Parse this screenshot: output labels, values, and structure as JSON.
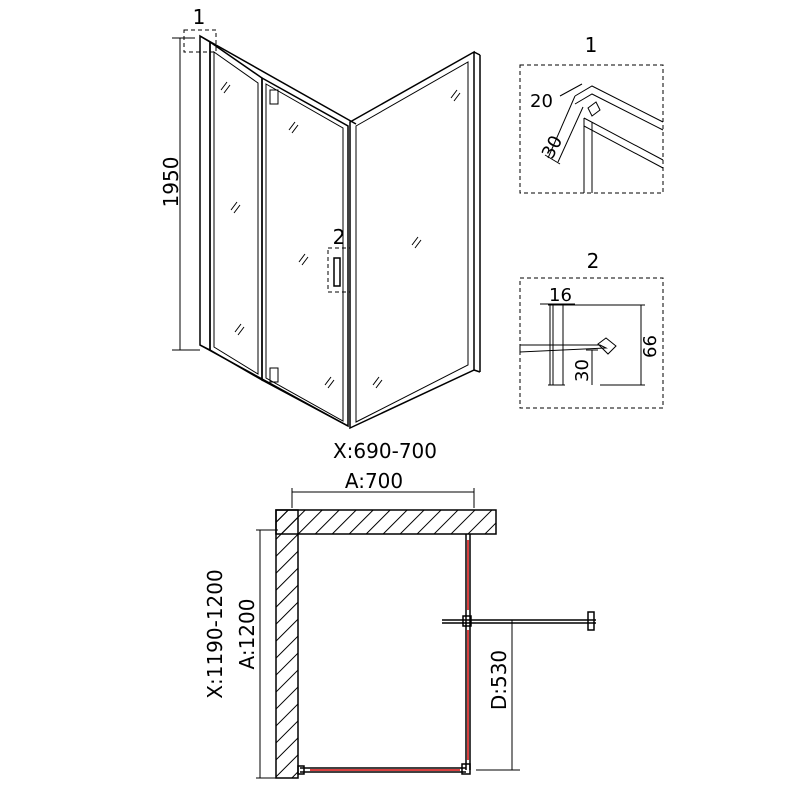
{
  "elevation": {
    "height_label": "1950",
    "width_label": "X:690-700",
    "callout_1": "1",
    "callout_2": "2"
  },
  "detail_1": {
    "title": "1",
    "dim_a": "20",
    "dim_b": "30"
  },
  "detail_2": {
    "title": "2",
    "dim_a": "16",
    "dim_b": "66",
    "dim_c": "30"
  },
  "plan": {
    "top_label": "A:700",
    "left_outer_label": "X:1190-1200",
    "left_inner_label": "A:1200",
    "right_label": "D:530"
  },
  "colors": {
    "line": "#000000",
    "accent": "#cc0000"
  }
}
